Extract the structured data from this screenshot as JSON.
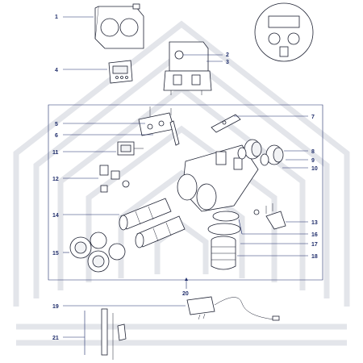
{
  "callouts": {
    "c1": "1",
    "c2": "2",
    "c3": "3",
    "c4": "4",
    "c5": "5",
    "c6": "6",
    "c7": "7",
    "c8": "8",
    "c9": "9",
    "c10": "10",
    "c11": "11",
    "c12": "12",
    "c13": "13",
    "c14": "14",
    "c15": "15",
    "c16": "16",
    "c17": "17",
    "c18": "18",
    "c19": "19",
    "c20": "20",
    "c21": "21"
  },
  "colors": {
    "callout_text": "#1f2d6b",
    "leader_line": "#1f2d6b",
    "part_outline": "#1e2233",
    "watermark": "#e3e5ea"
  }
}
